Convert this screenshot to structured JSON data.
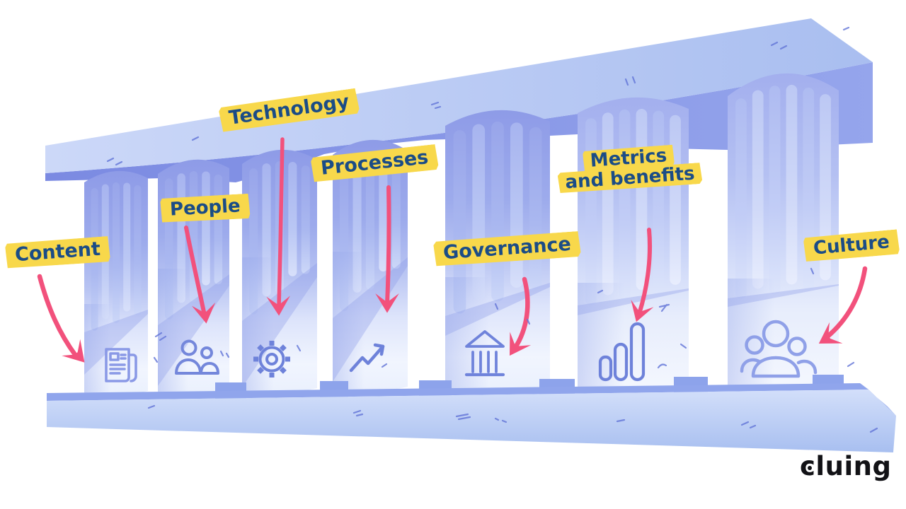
{
  "pillars": [
    {
      "id": "content",
      "label": "Content",
      "icon": "newspaper-icon"
    },
    {
      "id": "people",
      "label": "People",
      "icon": "two-people-icon"
    },
    {
      "id": "technology",
      "label": "Technology",
      "icon": "gear-icon"
    },
    {
      "id": "processes",
      "label": "Processes",
      "icon": "trend-up-arrow-icon"
    },
    {
      "id": "governance",
      "label": "Governance",
      "icon": "bank-icon"
    },
    {
      "id": "metrics_benefits",
      "label": "Metrics and benefits",
      "label_lines": [
        "Metrics",
        "and benefits"
      ],
      "icon": "bar-chart-icon"
    },
    {
      "id": "culture",
      "label": "Culture",
      "icon": "people-group-icon"
    }
  ],
  "brand": {
    "logo_text": "cluing"
  },
  "colors": {
    "background": "#ffffff",
    "label_background": "#f8d84b",
    "label_text": "#1b4c86",
    "arrow_pink": "#f2517c",
    "beam_light": "#b6c8f3",
    "beam_shadow": "#8290e5",
    "pillar_blue": "#a9b6ef",
    "base_blue": "#bdd2f6",
    "icon_stroke": "#7183da",
    "logo_black": "#121216"
  }
}
